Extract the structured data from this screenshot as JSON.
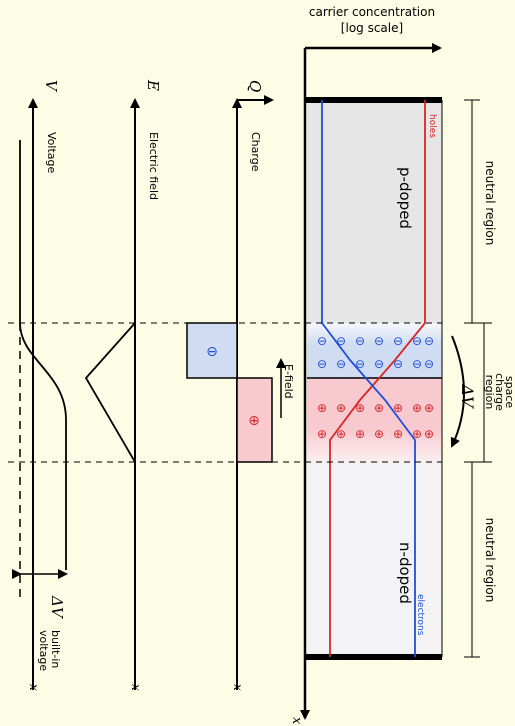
{
  "carrier_axis": {
    "title_line1": "carrier concentration",
    "title_line2": "[log scale]",
    "x_label": "x"
  },
  "bands": {
    "left_label": "neutral region",
    "middle_label_line1": "space",
    "middle_label_line2": "charge",
    "middle_label_line3": "region",
    "right_label": "neutral region",
    "depletion_symbol": "ΔV"
  },
  "regions": {
    "p_label": "p-doped",
    "n_label": "n-doped"
  },
  "carriers": {
    "holes_label": "holes",
    "electrons_label": "electrons"
  },
  "charge_plot": {
    "symbol": "Q",
    "label": "Charge",
    "x_label": "x",
    "efield_label": "E-field"
  },
  "efield_plot": {
    "symbol": "E",
    "label": "Electric field",
    "x_label": "x"
  },
  "voltage_plot": {
    "symbol": "V",
    "label": "Voltage",
    "x_label": "x",
    "delta_symbol": "ΔV",
    "builtin_line1": "built-in",
    "builtin_line2": "voltage"
  },
  "symbols": {
    "negative": "⊖",
    "positive": "⊕"
  },
  "colors": {
    "holes": "#d62728",
    "electrons": "#1f4fd8",
    "p_fill": "#e6e6e6",
    "n_fill": "#f3f3f6",
    "neg_fill": "#cfdcf2",
    "pos_fill": "#f8c9cf",
    "background": "#fdfce4"
  }
}
